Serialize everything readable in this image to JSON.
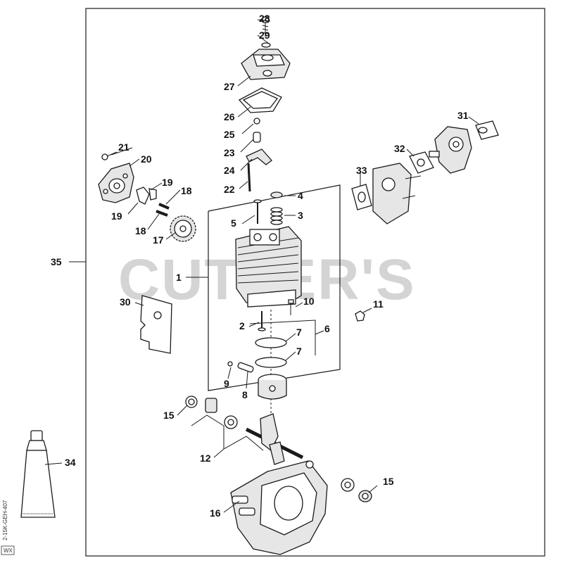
{
  "watermark": "CUTTER'S",
  "side_code": "2-15K-GEH-407",
  "side_code_2": "WX",
  "callouts": {
    "c1": "1",
    "c2": "2",
    "c3": "3",
    "c4": "4",
    "c5": "5",
    "c6": "6",
    "c7a": "7",
    "c7b": "7",
    "c8": "8",
    "c9": "9",
    "c10": "10",
    "c11": "11",
    "c12": "12",
    "c15a": "15",
    "c15b": "15",
    "c16": "16",
    "c17": "17",
    "c18a": "18",
    "c18b": "18",
    "c19a": "19",
    "c19b": "19",
    "c20": "20",
    "c21": "21",
    "c22": "22",
    "c23": "23",
    "c24": "24",
    "c25": "25",
    "c26": "26",
    "c27": "27",
    "c28": "28",
    "c29": "29",
    "c30": "30",
    "c31": "31",
    "c32": "32",
    "c33": "33",
    "c34": "34",
    "c35": "35"
  }
}
